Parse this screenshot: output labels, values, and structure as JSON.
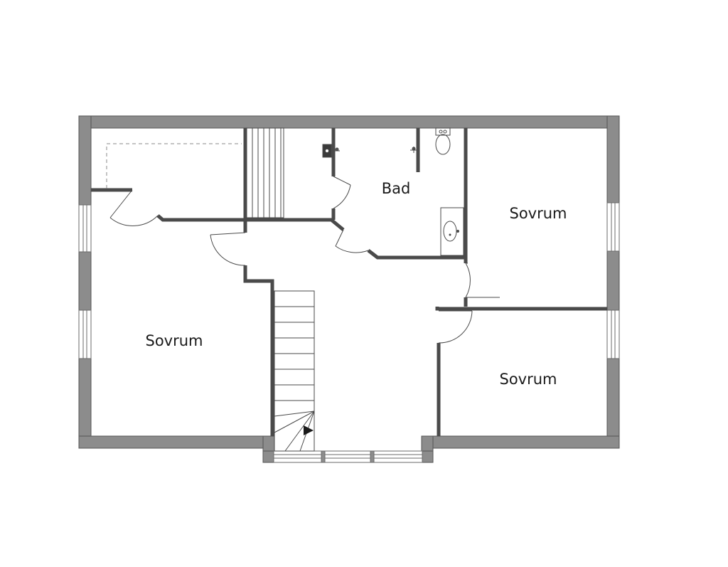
{
  "floorplan": {
    "rooms": [
      {
        "key": "bedroom-left",
        "label": "Sovrum"
      },
      {
        "key": "bathroom",
        "label": "Bad"
      },
      {
        "key": "bedroom-top-right",
        "label": "Sovrum"
      },
      {
        "key": "bedroom-bottom-right",
        "label": "Sovrum"
      }
    ]
  },
  "colors": {
    "wall": "#8c8c8c",
    "line": "#4a4a4a",
    "background": "#ffffff"
  }
}
